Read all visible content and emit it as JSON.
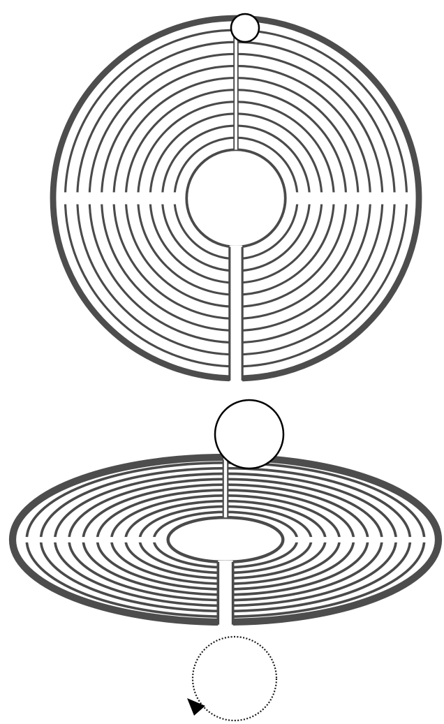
{
  "colors": {
    "wall": "#4a4a4a",
    "outer_ring": "#4d4d4d",
    "background": "#ffffff",
    "marker_stroke": "#000000",
    "dotted_path": "#1a1a1a",
    "arrow": "#000000"
  },
  "figures": [
    {
      "name": "top-view-labyrinth",
      "shape": "circle"
    },
    {
      "name": "perspective-view-labyrinth",
      "shape": "ellipse"
    },
    {
      "name": "rotation-indicator",
      "direction": "counterclockwise"
    }
  ],
  "icons": {
    "marker": "circle-marker-icon",
    "rotation": "rotation-arrow-icon"
  },
  "labyrinth": {
    "circuits": 11,
    "style": "classical-chartres-like"
  }
}
